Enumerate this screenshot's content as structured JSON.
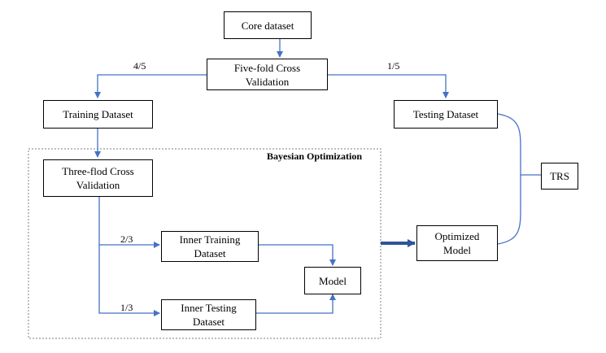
{
  "diagram": {
    "nodes": {
      "core": "Core dataset",
      "fivefold": "Five-fold Cross\nValidation",
      "training": "Training Dataset",
      "testing": "Testing Dataset",
      "threeflod": "Three-flod Cross\nValidation",
      "inner_training": "Inner Training\nDataset",
      "inner_testing": "Inner Testing\nDataset",
      "model": "Model",
      "optimized": "Optimized\nModel",
      "trs": "TRS"
    },
    "region_title": "Bayesian Optimization",
    "edge_labels": {
      "to_training": "4/5",
      "to_testing": "1/5",
      "to_inner_training": "2/3",
      "to_inner_testing": "1/3"
    },
    "colors": {
      "arrow": "#4472C4",
      "border": "#000000",
      "region_border": "#7f7f7f"
    }
  }
}
